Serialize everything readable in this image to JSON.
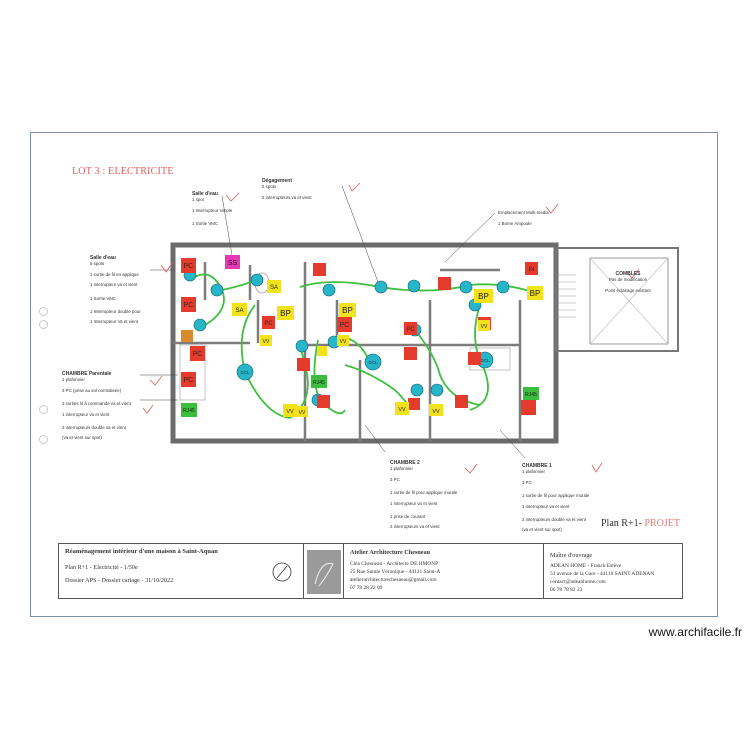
{
  "lot_title": "LOT 3 : ELECTRICITE",
  "plan_label": "Plan R+1-",
  "plan_label_status": "PROJET",
  "footer_site": "www.archifacile.fr",
  "notes": {
    "salle_eau_top": {
      "title": "Salle d'eau",
      "lines": [
        "1 spot",
        "1 Interrupteur simple",
        "1 Sortie VMC"
      ]
    },
    "degagement": {
      "title": "Dégagement",
      "lines": [
        "5 spots",
        "5 interrupteurs va et vient"
      ]
    },
    "emplacement": {
      "title": "",
      "lines": [
        "Emplacement Multi-media",
        "1 Borne Ampoule"
      ]
    },
    "salle_eau_left": {
      "title": "Salle d'eau",
      "lines": [
        "5 spots",
        "1 sortie de fil en applique",
        "1 interrupteur va et vient",
        "",
        "1 Sortie VMC",
        "",
        "1 Interrupteur double pour",
        "1 Interrupteur Va et vient"
      ]
    },
    "chambre_parentale": {
      "title": "CHAMBRE Parentale",
      "lines": [
        "1 plafonnier",
        "3 PC (prise au sol normalisée)",
        "",
        "3 sorties lit à commande va et vient",
        "1 interrupteur va et vient",
        "",
        "2 interrupteurs double va et vient",
        "(va et vient sur spot)"
      ]
    },
    "chambre2": {
      "title": "CHAMBRE 2",
      "lines": [
        "1 plafonnier",
        "3 PC",
        "",
        "1 sortie de fil pour applique murale",
        "1 interrupteur va et vient",
        "",
        "1 prise de courant",
        "2 interrupteurs va et vient"
      ]
    },
    "chambre1": {
      "title": "CHAMBRE 1",
      "lines": [
        "1 plafonnier",
        "3 PC",
        "",
        "1 sortie de fil pour applique murale",
        "1 interrupteur va et vient",
        "",
        "2 interrupteurs double va et vient",
        "(va et vient sur spot)"
      ]
    },
    "combles": {
      "title": "COMBLES",
      "lines": [
        "Pas de modification",
        "Point éclairage existant"
      ]
    }
  },
  "labels": {
    "pc": "PC",
    "bp": "BP",
    "sa": "SA",
    "ss": "SS",
    "vv": "VV",
    "in": "IN",
    "dcl": "DCL",
    "rj45": "RJ45"
  },
  "title_block": {
    "project_title": "Réaménagement intérieur d'une maison à Saint-Aquan",
    "plan_scale": "Plan R+1 - Electricité - 1/50e",
    "dossier": "Dossier APS - Dossier cartage - 31/10/2022",
    "architect_name": "Atelier Architecture Chesneau",
    "architect_lines": [
      "Cléa Chesneau - Architecte DE HMONP",
      "25 Rue Sainte Véronique - 44121 Saint-A",
      "atelierarchitecturechesneau@gmail.com",
      "07 78 28 22 09"
    ],
    "client_title": "Maître d'ouvrage",
    "client_lines": [
      "ADEAN HOME - Franck Estève",
      "51 avenue de la Gare - 44110 SAINT ADENAN",
      "contact@adeanhome.com",
      "06 78 78 82 23"
    ]
  },
  "colors": {
    "wall": "#6b6b6b",
    "circuit": "#3fbf3f",
    "dcl": "#27b6c9",
    "pc": "#e53b2c",
    "vv": "#f2e21c",
    "bp": "#f2e21c",
    "ss": "#e63ab4",
    "rj45": "#3dbd3d",
    "accent_red": "#e05a5a"
  }
}
